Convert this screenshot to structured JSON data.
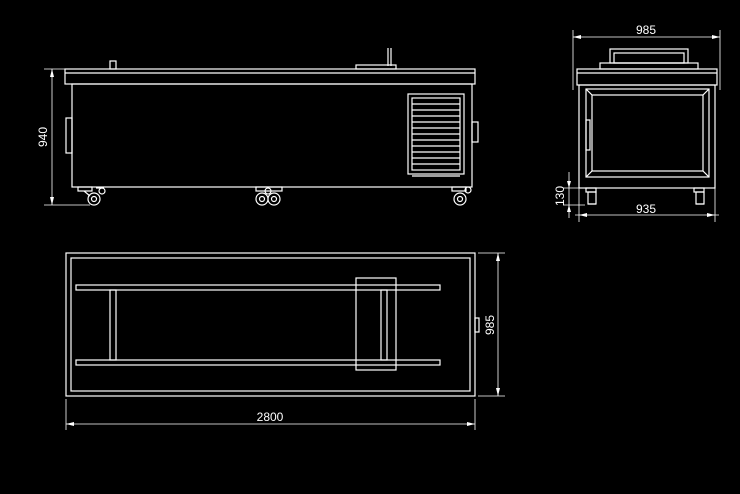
{
  "drawing": {
    "line_color": "#ffffff",
    "background": "#000000"
  },
  "dimensions": {
    "side_view_height": "940",
    "front_view_width_top": "985",
    "front_view_caster_height": "130",
    "front_view_width_bottom": "935",
    "top_view_depth": "985",
    "top_view_length": "2800"
  }
}
